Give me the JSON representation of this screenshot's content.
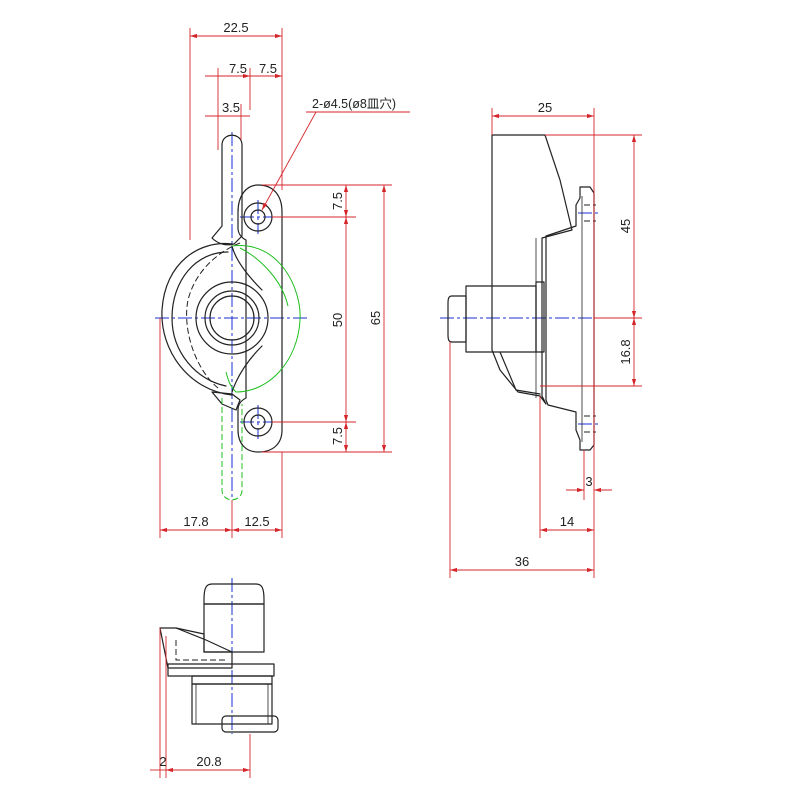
{
  "drawing": {
    "front_view": {
      "dimensions": {
        "overall_width": "22.5",
        "left_offset": "7.5",
        "right_offset": "7.5",
        "lever_width": "3.5",
        "top_hole_offset": "7.5",
        "hole_pitch": "50",
        "overall_height": "65",
        "bottom_hole_offset": "7.5",
        "left_radius_span": "17.8",
        "right_span": "12.5"
      },
      "hole_callout": "2-ø4.5(ø8皿穴)"
    },
    "side_view": {
      "dimensions": {
        "top_width": "25",
        "upper_height": "45",
        "lower_height": "16.8",
        "plate_thickness": "3",
        "base_depth": "14",
        "overall_depth": "36"
      }
    },
    "bottom_view": {
      "dimensions": {
        "left_lip": "2",
        "body_width": "20.8"
      }
    }
  },
  "colors": {
    "outline": "#222222",
    "dimension": "#d4262b",
    "centerline": "#1a2fd6",
    "alternate_position": "#1fbf1f"
  }
}
